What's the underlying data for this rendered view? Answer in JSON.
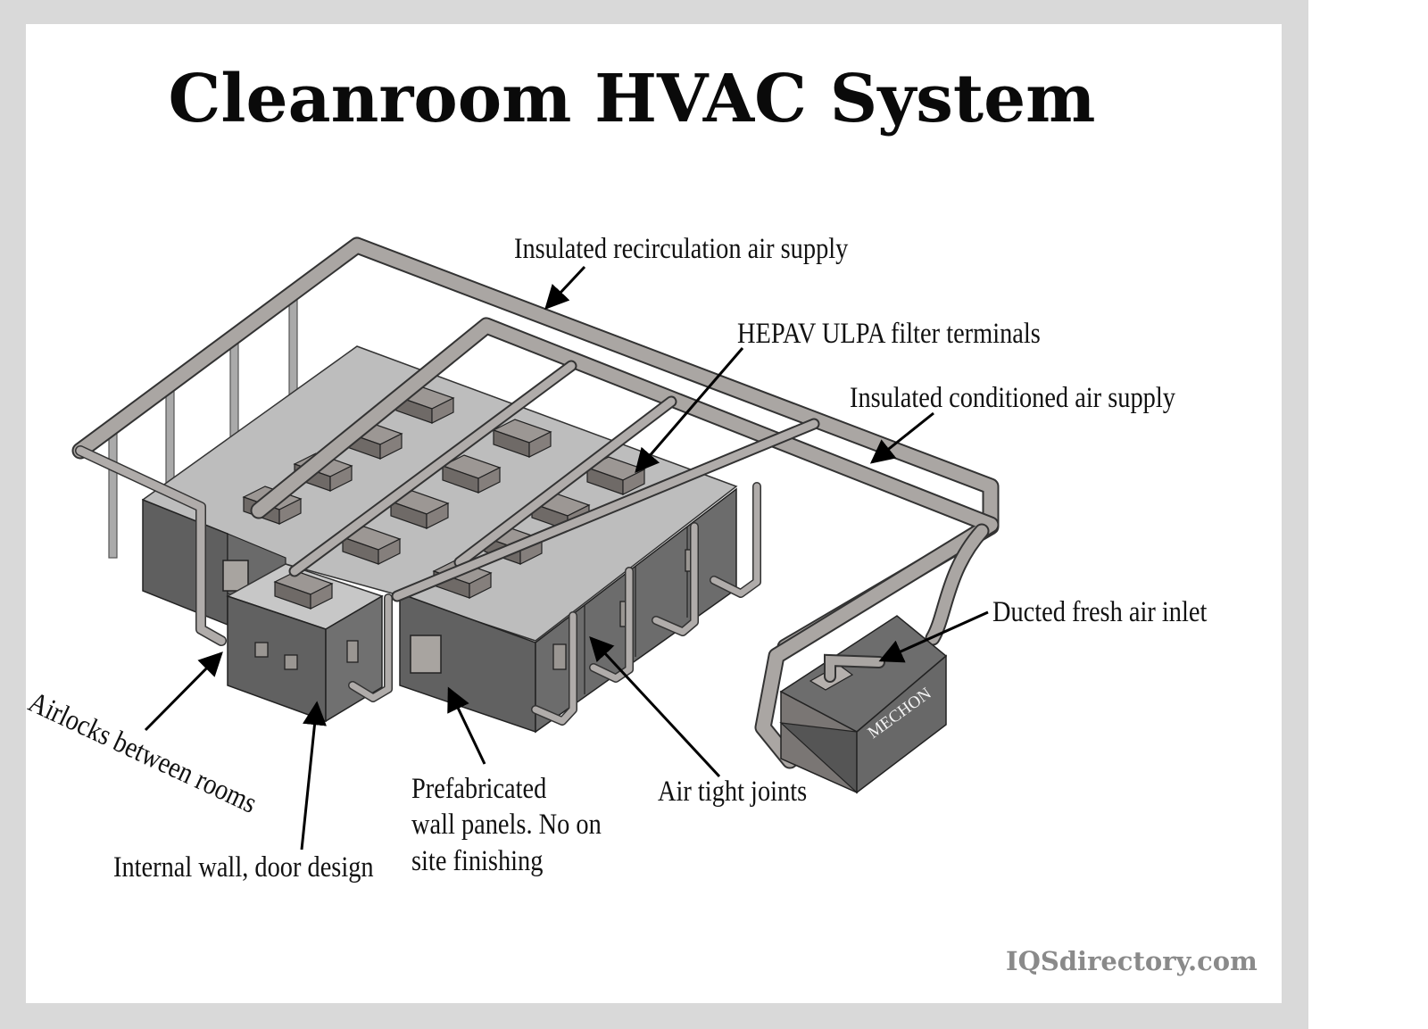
{
  "title": "Cleanroom HVAC System",
  "labels": {
    "recirculation": "Insulated recirculation air supply",
    "hepa": "HEPAV ULPA filter terminals",
    "conditioned": "Insulated conditioned air supply",
    "fresh_air": "Ducted fresh air inlet",
    "airlocks": "Airlocks between rooms",
    "internal_wall": "Internal wall, door design",
    "prefab": "Prefabricated\nwall panels. No on\nsite finishing",
    "joints": "Air tight joints"
  },
  "unit_brand": "MECHON",
  "watermark": "IQSdirectory.com",
  "colors": {
    "frame": "#d9d9d9",
    "roof": "#bdbdbd",
    "wall_dark": "#5f5f5f",
    "wall_mid": "#6e6e6e",
    "duct": "#a9a5a3",
    "filter_box": "#7a7572",
    "text": "#111111",
    "watermark": "#8a8a8a"
  }
}
